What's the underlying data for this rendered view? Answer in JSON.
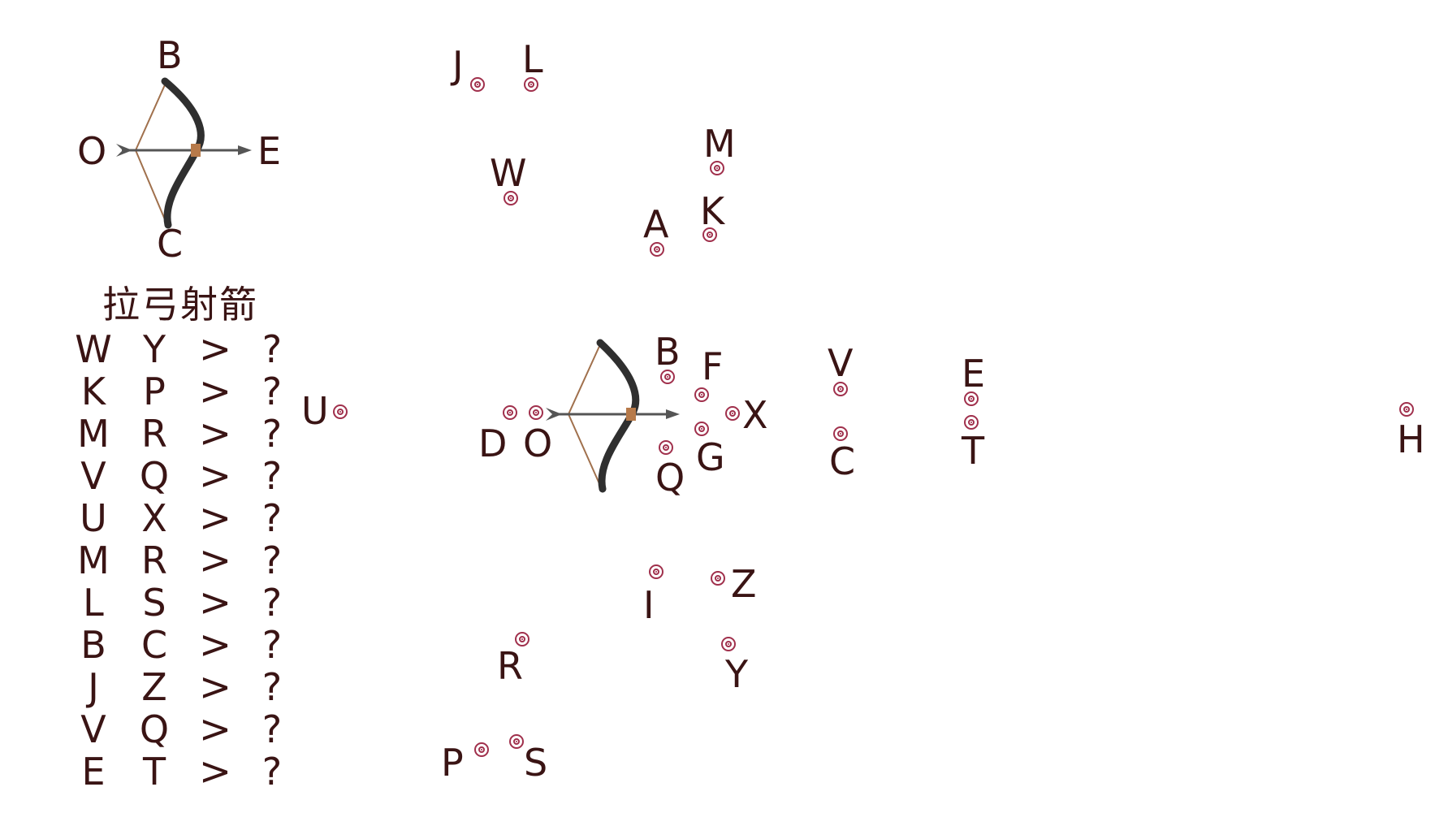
{
  "legend": {
    "top": "B",
    "left": "O",
    "right": "E",
    "bottom": "C"
  },
  "title": "拉弓射箭",
  "quiz": [
    {
      "a": "W",
      "b": "Y",
      "arrow": ">",
      "answer": "?"
    },
    {
      "a": "K",
      "b": "P",
      "arrow": ">",
      "answer": "?"
    },
    {
      "a": "M",
      "b": "R",
      "arrow": ">",
      "answer": "?"
    },
    {
      "a": "V",
      "b": "Q",
      "arrow": ">",
      "answer": "?"
    },
    {
      "a": "U",
      "b": "X",
      "arrow": ">",
      "answer": "?"
    },
    {
      "a": "M",
      "b": "R",
      "arrow": ">",
      "answer": "?"
    },
    {
      "a": "L",
      "b": "S",
      "arrow": ">",
      "answer": "?"
    },
    {
      "a": "B",
      "b": "C",
      "arrow": ">",
      "answer": "?"
    },
    {
      "a": "J",
      "b": "Z",
      "arrow": ">",
      "answer": "?"
    },
    {
      "a": "V",
      "b": "Q",
      "arrow": ">",
      "answer": "?"
    },
    {
      "a": "E",
      "b": "T",
      "arrow": ">",
      "answer": "?"
    }
  ],
  "targets": {
    "J": "J",
    "L": "L",
    "M": "M",
    "W": "W",
    "A": "A",
    "K": "K",
    "U": "U",
    "B": "B",
    "F": "F",
    "X": "X",
    "V": "V",
    "E": "E",
    "D": "D",
    "O": "O",
    "G": "G",
    "Q": "Q",
    "C": "C",
    "T": "T",
    "H": "H",
    "I": "I",
    "Z": "Z",
    "R": "R",
    "Y": "Y",
    "P": "P",
    "S": "S"
  },
  "colors": {
    "text": "#3a1414",
    "target": "#a0304c",
    "bow": "#2f2f2f",
    "string": "#a0704c",
    "grip": "#b77a4a"
  }
}
